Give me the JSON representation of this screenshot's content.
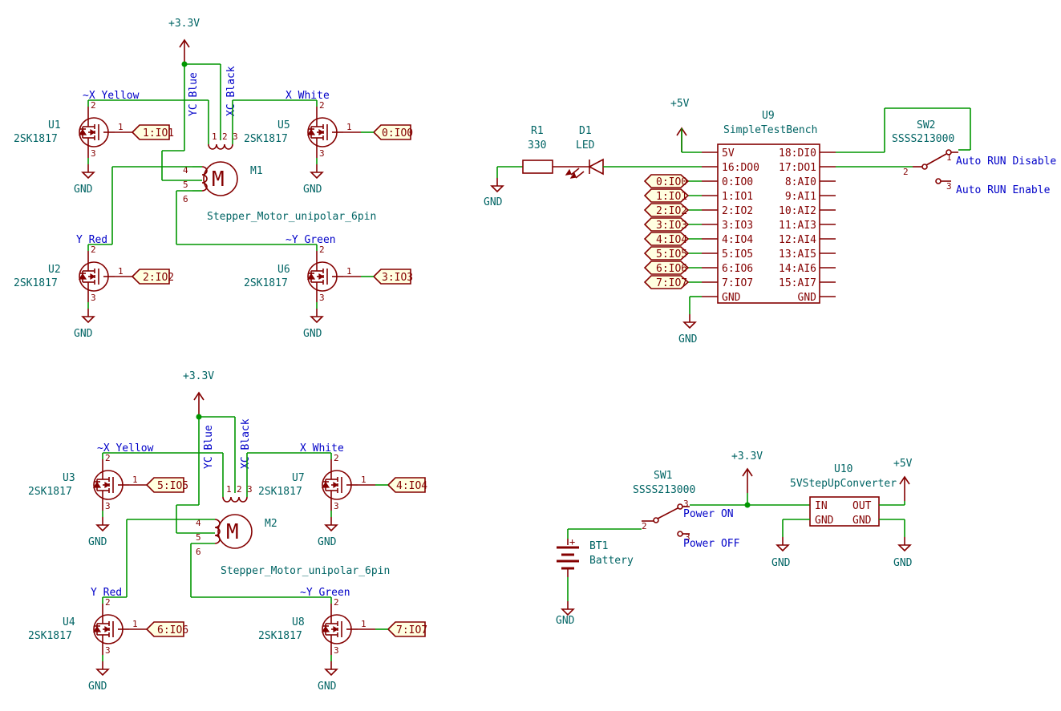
{
  "power": {
    "v33": "+3.3V",
    "v5": "+5V",
    "gnd": "GND"
  },
  "motor_block_top": {
    "mosfets": [
      {
        "ref": "U1",
        "value": "2SK1817",
        "port": "1:IO1"
      },
      {
        "ref": "U5",
        "value": "2SK1817",
        "port": "0:IO0"
      },
      {
        "ref": "U2",
        "value": "2SK1817",
        "port": "2:IO2"
      },
      {
        "ref": "U6",
        "value": "2SK1817",
        "port": "3:IO3"
      }
    ],
    "motor": {
      "ref": "M1",
      "value": "Stepper_Motor_unipolar_6pin"
    },
    "nets": {
      "nx": "~X Yellow",
      "x": "X White",
      "y": "Y Red",
      "ny": "~Y Green",
      "yc": "YC Blue",
      "xc": "XC Black"
    }
  },
  "motor_block_bottom": {
    "mosfets": [
      {
        "ref": "U3",
        "value": "2SK1817",
        "port": "5:IO5"
      },
      {
        "ref": "U7",
        "value": "2SK1817",
        "port": "4:IO4"
      },
      {
        "ref": "U4",
        "value": "2SK1817",
        "port": "6:IO6"
      },
      {
        "ref": "U8",
        "value": "2SK1817",
        "port": "7:IO7"
      }
    ],
    "motor": {
      "ref": "M2",
      "value": "Stepper_Motor_unipolar_6pin"
    },
    "nets": {
      "nx": "~X Yellow",
      "x": "X White",
      "y": "Y Red",
      "ny": "~Y Green",
      "yc": "YC Blue",
      "xc": "XC Black"
    }
  },
  "testbench": {
    "ref": "U9",
    "value": "SimpleTestBench",
    "left_pins": [
      "5V",
      "16:DO0",
      "0:IO0",
      "1:IO1",
      "2:IO2",
      "3:IO3",
      "4:IO4",
      "5:IO5",
      "6:IO6",
      "7:IO7",
      "GND"
    ],
    "right_pins": [
      "18:DI0",
      "17:DO1",
      "8:AI0",
      "9:AI1",
      "10:AI2",
      "11:AI3",
      "12:AI4",
      "13:AI5",
      "14:AI6",
      "15:AI7",
      "GND"
    ],
    "ports": [
      "0:IO0",
      "1:IO1",
      "2:IO2",
      "3:IO3",
      "4:IO4",
      "5:IO5",
      "6:IO6",
      "7:IO7"
    ]
  },
  "r1": {
    "ref": "R1",
    "value": "330"
  },
  "d1": {
    "ref": "D1",
    "value": "LED"
  },
  "sw2": {
    "ref": "SW2",
    "value": "SSSS213000",
    "net1": "Auto RUN Disable",
    "net3": "Auto RUN Enable"
  },
  "sw1": {
    "ref": "SW1",
    "value": "SSSS213000",
    "net1": "Power ON",
    "net3": "Power OFF"
  },
  "bt1": {
    "ref": "BT1",
    "value": "Battery"
  },
  "u10": {
    "ref": "U10",
    "value": "5VStepUpConverter",
    "in": "IN",
    "out": "OUT",
    "gnd_l": "GND",
    "gnd_r": "GND"
  },
  "pin_numbers": {
    "p1": "1",
    "p2": "2",
    "p3": "3",
    "p4": "4",
    "p5": "5",
    "p6": "6"
  }
}
